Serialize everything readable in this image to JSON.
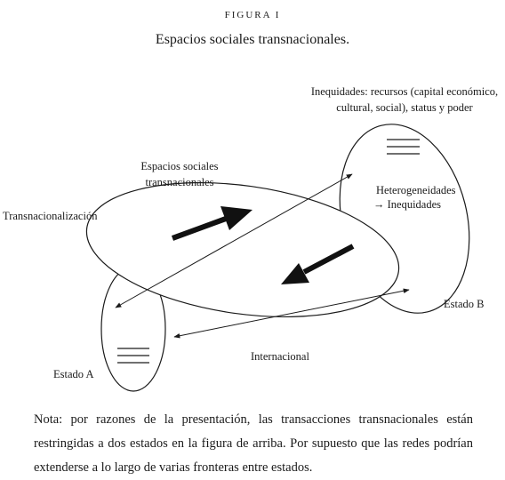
{
  "figure": {
    "label": "FIGURA I",
    "title": "Espacios sociales transnacionales."
  },
  "labels": {
    "inequidades_line1": "Inequidades: recursos (capital económico,",
    "inequidades_line2": "cultural, social), status y poder",
    "espacios_line1": "Espacios sociales",
    "espacios_line2": "transnacionales",
    "transnacionalizacion": "Transnacionalización",
    "heterogeneidades": "Heterogeneidades",
    "arrow_symbol": "→",
    "inequidades_short": "Inequidades",
    "estado_b": "Estado B",
    "estado_a": "Estado A",
    "internacional": "Internacional"
  },
  "note": "Nota: por razones de la presentación, las transacciones transnacionales están restringidas a dos estados en la figura de arriba. Por supuesto que las redes podrían extenderse a lo largo de varias fronteras entre estados."
}
